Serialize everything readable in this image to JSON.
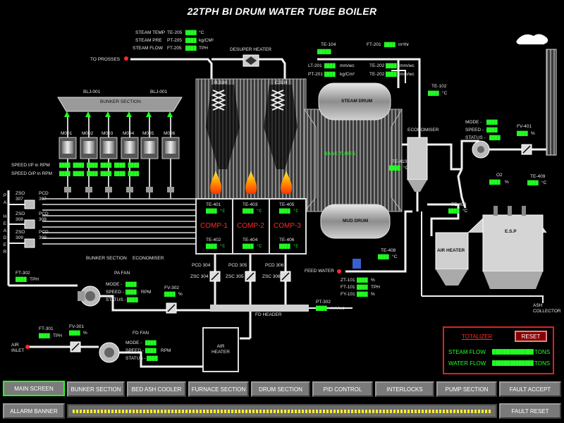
{
  "title": "22TPH BI DRUM WATER TUBE BOILER",
  "colors": {
    "value": "#22ff22",
    "alarm": "#ff2a2a",
    "pipe": "#f0f0f0",
    "panel": "#7a7a7a",
    "active": "#22ff22"
  },
  "steam": {
    "temp_label": "STEAM TEMP",
    "temp_tag": "TE-205",
    "temp_unit": "°C",
    "pre_label": "STEAM PRE",
    "pre_tag": "PT-205",
    "pre_unit": "kg/CM²",
    "flow_label": "STEAM FLOW",
    "flow_tag": "FT-205",
    "flow_unit": "TPH",
    "to_process": "TO PROSSES"
  },
  "desuper": {
    "label": "DESUPER HEATER"
  },
  "drum": {
    "te104": "TE-104",
    "ft201": "FT-201",
    "ft201_unit": "m³/hr",
    "lt201": "LT-201",
    "lt201_unit": "mm/wc",
    "pt201": "PT-201",
    "pt201_unit": "kg/Cm²",
    "te202": "TE-202",
    "te202_unit": "mm/wc",
    "te102": "TE-102",
    "te102_unit": "°C",
    "rsh": "R.S.H",
    "csh": "C.S.H",
    "steam_drum": "STEAM DRUM",
    "mud_drum": "MUD DRUM",
    "bank_tubes": "BANK TUBES"
  },
  "bunker": {
    "blj_left": "BLJ-001",
    "blj_right": "BLJ-001",
    "section": "BUNKER SECTION",
    "motors": [
      "M001",
      "M002",
      "M003",
      "M004",
      "M005",
      "M006"
    ],
    "speed_ip": "SPEED I/P in RPM",
    "speed_op": "SPEED O/P in RPM",
    "bottom_section": "BUNKER SECTION",
    "economiser": "ECONOMISER"
  },
  "pa_header": {
    "letters": [
      "P",
      "A",
      "",
      "H",
      "E",
      "A",
      "D",
      "E",
      "R"
    ],
    "zso": [
      "ZSO 307",
      "ZSO 308",
      "ZSO 309"
    ],
    "pcd": [
      "PCD 307",
      "PCD 308",
      "PCD 309"
    ]
  },
  "comps": [
    {
      "name": "COMP-1",
      "te_top": "TE-401",
      "te_bot": "TE-402"
    },
    {
      "name": "COMP-2",
      "te_top": "TE-403",
      "te_bot": "TE-404"
    },
    {
      "name": "COMP-3",
      "te_top": "TE-405",
      "te_bot": "TE-406"
    }
  ],
  "pa_fan": {
    "title": "PA FAN",
    "ft302": "FT-302",
    "ft302_unit": "TPH",
    "mode": "MODE -",
    "speed": "SPEED -",
    "speed_unit": "RPM",
    "status": "STATUS -",
    "fv302": "FV-302",
    "fv302_unit": "%"
  },
  "pcd_lower": [
    "PCD 304",
    "PCD 305",
    "PCD 306"
  ],
  "zsc_lower": [
    "ZSC 304",
    "ZSC 305",
    "ZSC 306"
  ],
  "fd": {
    "header": "FD HEADER",
    "pt302": "PT-302",
    "pt302_unit": "mm/wc",
    "title": "FD FAN",
    "mode": "MODE -",
    "speed": "SPEED -",
    "speed_unit": "RPM",
    "status": "STATUS -",
    "ft301": "FT-301",
    "ft301_unit": "TPH",
    "fv301": "FV-301",
    "fv301_unit": "%",
    "air_inlet": "AIR INLET",
    "air_heater": "AIR HEATER"
  },
  "feedwater": {
    "label": "FEED WATER",
    "zt101": "ZT-101",
    "zt101_unit": "%",
    "ft101": "FT-101",
    "ft101_unit": "TPH",
    "fy101": "FY-101",
    "fy101_unit": "%"
  },
  "economiser": {
    "label": "ECONOMISER",
    "te410": "TE-410",
    "te410_unit": "°C",
    "te408": "TE-408",
    "te408_unit": "°C",
    "te409": "TE-409",
    "te409_unit": "°C"
  },
  "id_fan": {
    "mode": "MODE -",
    "speed": "SPEED -",
    "status": "STATUS -",
    "fv401": "FV-401",
    "fv401_unit": "%",
    "o2": "O2",
    "o2_unit": "%"
  },
  "right": {
    "air_heater": "AIR HEATER",
    "esp": "E.S.P",
    "ash_collector": "ASH COLLECTOR"
  },
  "totalizer": {
    "label": "TOTALIZER",
    "reset": "RESET",
    "steam_flow": "STEAM FLOW",
    "water_flow": "WATER FLOW",
    "unit": "TONS"
  },
  "nav": {
    "row1": [
      "MAIN SCREEN",
      "BUNKER SECTION",
      "BED ASH COOLER",
      "FURNACE SECTION",
      "DRUM SECTION",
      "PID CONTROL",
      "INTERLOCKS",
      "PUMP SECTION",
      "FAULT ACCEPT"
    ],
    "alarm_banner": "ALLARM BANNER",
    "fault_reset": "FAULT RESET"
  }
}
